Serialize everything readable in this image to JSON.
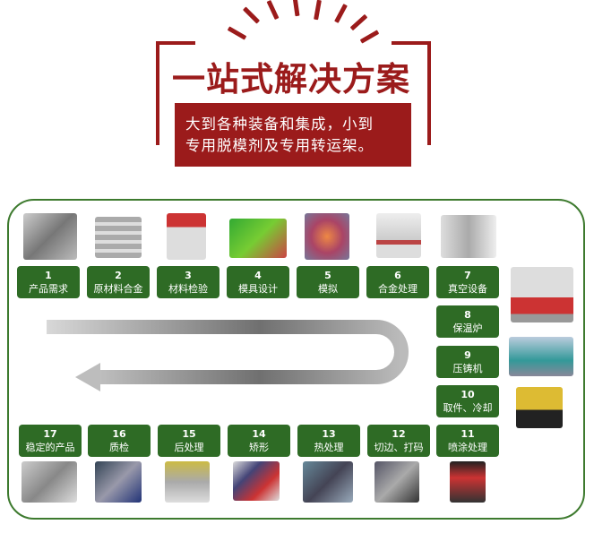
{
  "header": {
    "title": "一站式解决方案",
    "subtitle_lines": [
      "大到各种装备和集成，小到",
      "专用脱模剂及专用转运架。"
    ]
  },
  "colors": {
    "brand_red": "#9b1b1b",
    "step_green": "#2e6b25",
    "frame_green": "#3d7a2e"
  },
  "steps": [
    {
      "num": "1",
      "label": "产品需求"
    },
    {
      "num": "2",
      "label": "原材料合金"
    },
    {
      "num": "3",
      "label": "材料检验"
    },
    {
      "num": "4",
      "label": "模具设计"
    },
    {
      "num": "5",
      "label": "模拟"
    },
    {
      "num": "6",
      "label": "合金处理"
    },
    {
      "num": "7",
      "label": "真空设备"
    },
    {
      "num": "8",
      "label": "保温炉"
    },
    {
      "num": "9",
      "label": "压铸机"
    },
    {
      "num": "10",
      "label": "取件、冷却"
    },
    {
      "num": "11",
      "label": "喷涂处理"
    },
    {
      "num": "12",
      "label": "切边、打码"
    },
    {
      "num": "13",
      "label": "热处理"
    },
    {
      "num": "14",
      "label": "矫形"
    },
    {
      "num": "15",
      "label": "后处理"
    },
    {
      "num": "16",
      "label": "质检"
    },
    {
      "num": "17",
      "label": "稳定的产品"
    }
  ]
}
